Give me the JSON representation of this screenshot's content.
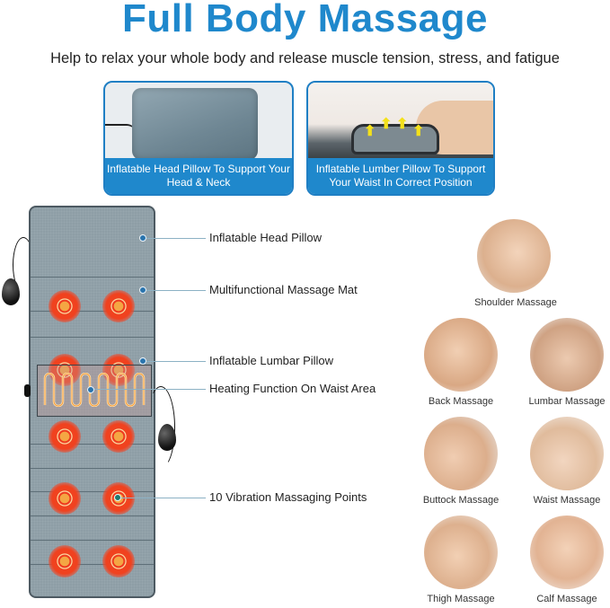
{
  "header": {
    "title": "Full Body Massage",
    "subtitle": "Help to relax your whole body and release muscle tension, stress, and fatigue"
  },
  "feature_cards": [
    {
      "caption_line1": "Inflatable Head Pillow To Support Your",
      "caption_line2": "Head & Neck"
    },
    {
      "caption_line1": "Inflatable Lumber Pillow To Support",
      "caption_line2": "Your Waist In Correct Position"
    }
  ],
  "mat_callouts": [
    {
      "label": "Inflatable Head Pillow"
    },
    {
      "label": "Multifunctional Massage Mat"
    },
    {
      "label": "Inflatable Lumbar Pillow"
    },
    {
      "label": "Heating Function On Waist Area"
    },
    {
      "label": "10 Vibration Massaging Points"
    }
  ],
  "massage_areas": [
    {
      "label": "Shoulder Massage"
    },
    {
      "label": "Back Massage"
    },
    {
      "label": "Lumbar Massage"
    },
    {
      "label": "Buttock Massage"
    },
    {
      "label": "Waist Massage"
    },
    {
      "label": "Thigh Massage"
    },
    {
      "label": "Calf Massage"
    }
  ],
  "colors": {
    "brand_blue": "#1f88cc",
    "mat_gray": "#8e9ea6",
    "node_red": "#ee3a20"
  }
}
